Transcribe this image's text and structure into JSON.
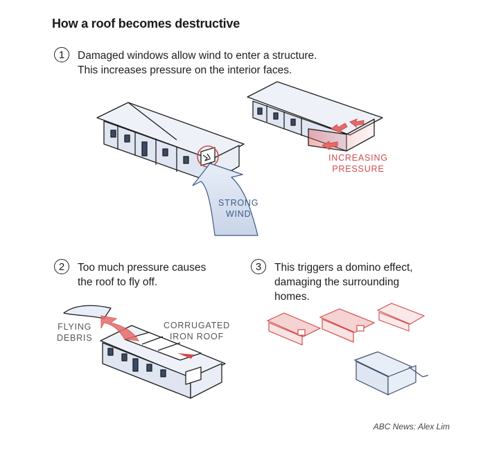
{
  "title": "How a roof becomes destructive",
  "steps": [
    {
      "number": "1",
      "text": "Damaged windows allow wind to enter a structure.\nThis increases pressure on the interior faces."
    },
    {
      "number": "2",
      "text": "Too much pressure causes\nthe roof to fly off."
    },
    {
      "number": "3",
      "text": "This triggers a domino effect,\ndamaging the surrounding\nhomes."
    }
  ],
  "labels": {
    "strong_wind": "STRONG\nWIND",
    "increasing_pressure": "INCREASING\nPRESSURE",
    "flying_debris": "FLYING\nDEBRIS",
    "corrugated_roof": "CORRUGATED\nIRON ROOF"
  },
  "credit": "ABC News: Alex Lim",
  "colors": {
    "blue": "#3d5a86",
    "red": "#d14b4b",
    "wall_shadow": "#dfe6f2",
    "roof": "#eef1f7"
  }
}
